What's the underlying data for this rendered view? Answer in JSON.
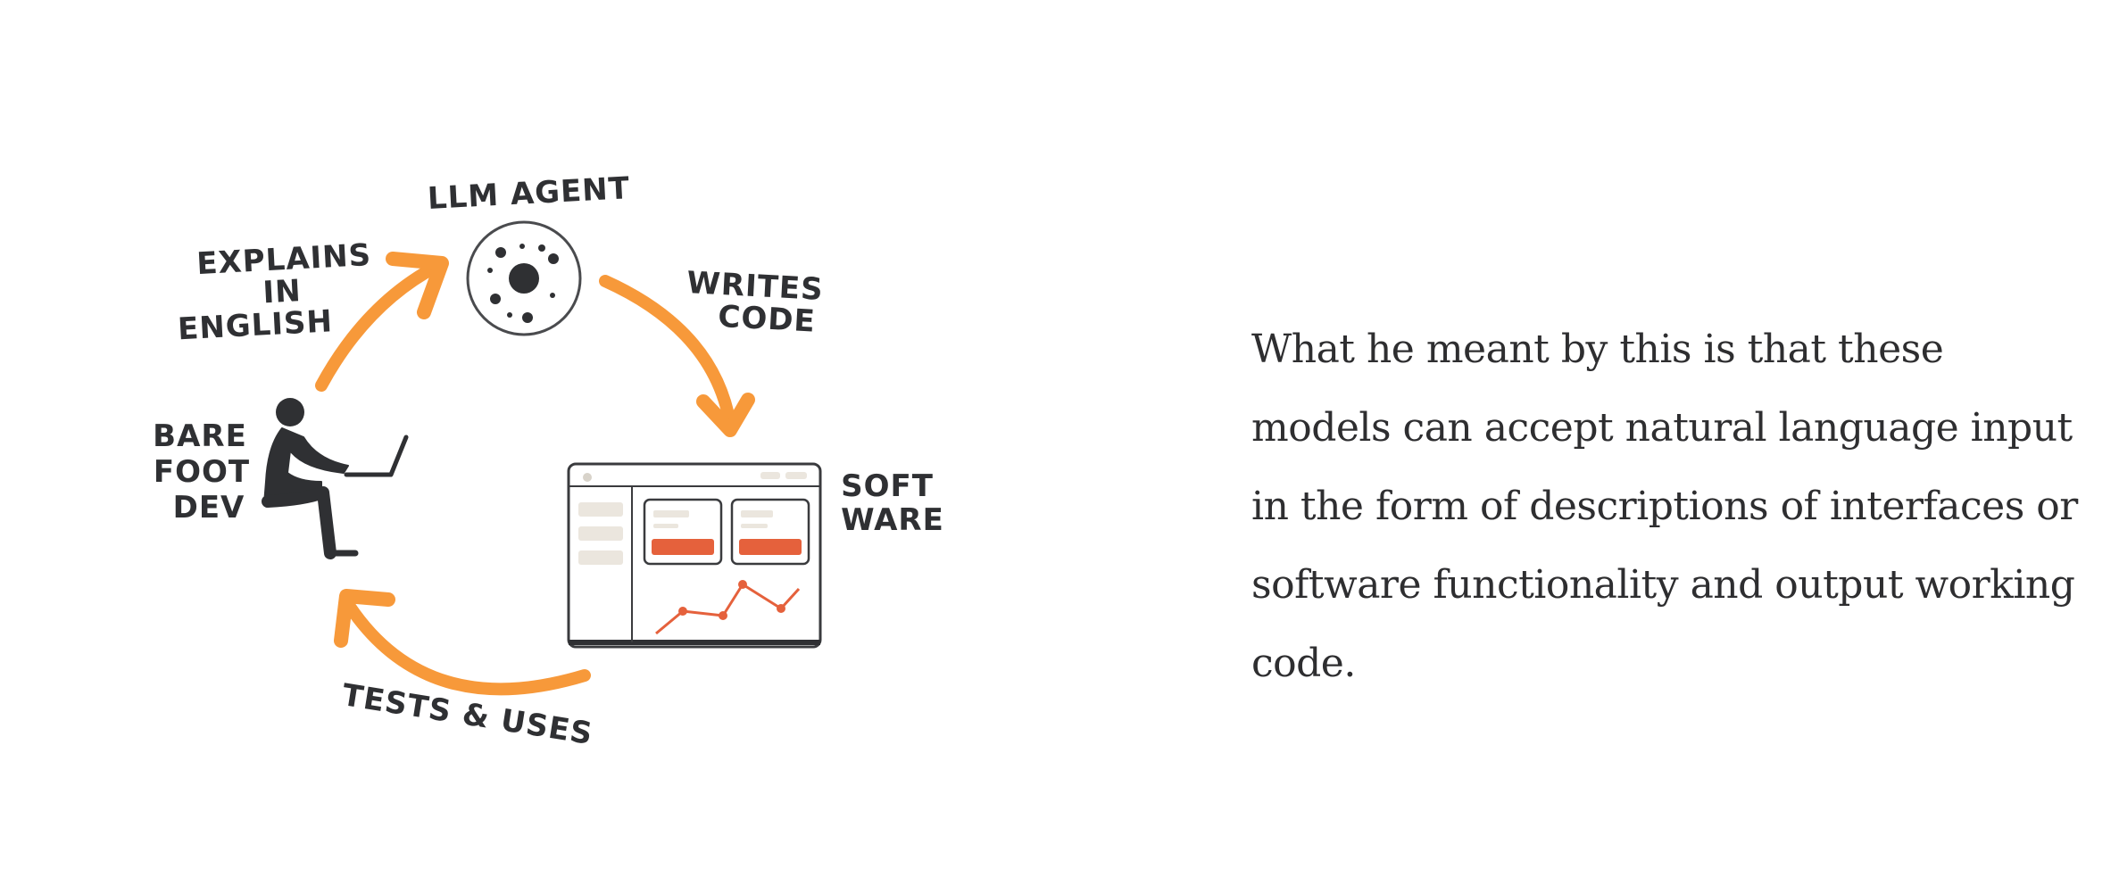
{
  "diagram": {
    "nodes": {
      "agent_label": "LLM AGENT",
      "dev_label": [
        "BARE",
        "FOOT",
        "DEV"
      ],
      "software_label": [
        "SOFT",
        "WARE"
      ]
    },
    "edges": {
      "explains_label": [
        "EXPLAINS",
        "IN",
        "ENGLISH"
      ],
      "writes_label": [
        "WRITES",
        "CODE"
      ],
      "tests_label": "TESTS & USES"
    },
    "icons": [
      "llm-agent-icon",
      "developer-with-laptop-icon",
      "software-window-icon"
    ],
    "colors": {
      "arrow": "#f7993a",
      "ink": "#2f3033",
      "software_accent": "#e5613c",
      "software_panel": "#ebe6de"
    }
  },
  "caption": {
    "text": "What he meant by this is that these models can accept natural language input in the form of descriptions of interfaces or software functionality and output working code."
  }
}
